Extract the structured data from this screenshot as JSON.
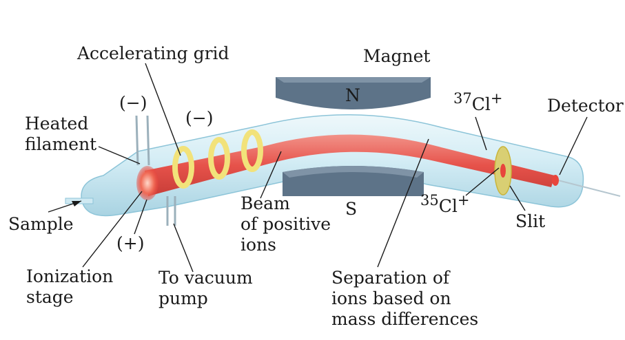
{
  "labels": {
    "accelerating_grid": "Accelerating grid",
    "magnet": "Magnet",
    "north": "N",
    "south": "S",
    "cl37": "Cl",
    "cl37_mass": "37",
    "cl37_charge": "+",
    "cl35": "Cl",
    "cl35_mass": "35",
    "cl35_charge": "+",
    "detector": "Detector",
    "heated_filament_1": "Heated",
    "heated_filament_2": "filament",
    "minus_top": "(−)",
    "minus_grid": "(−)",
    "plus": "(+)",
    "sample": "Sample",
    "ionization_1": "Ionization",
    "ionization_2": "stage",
    "vacuum_1": "To vacuum",
    "vacuum_2": "pump",
    "beam_1": "Beam",
    "beam_2": "of positive",
    "beam_3": "ions",
    "slit": "Slit",
    "separation_1": "Separation of",
    "separation_2": "ions based on",
    "separation_3": "mass differences"
  },
  "colors": {
    "tube": "#cfe9f2",
    "tube_edge": "#8cc4d8",
    "magnet": "#5d7388",
    "magnet_top": "#7f93a6",
    "beam": "#e8453c",
    "ring": "#f2e27a",
    "ring_edge": "#c9b43a"
  }
}
